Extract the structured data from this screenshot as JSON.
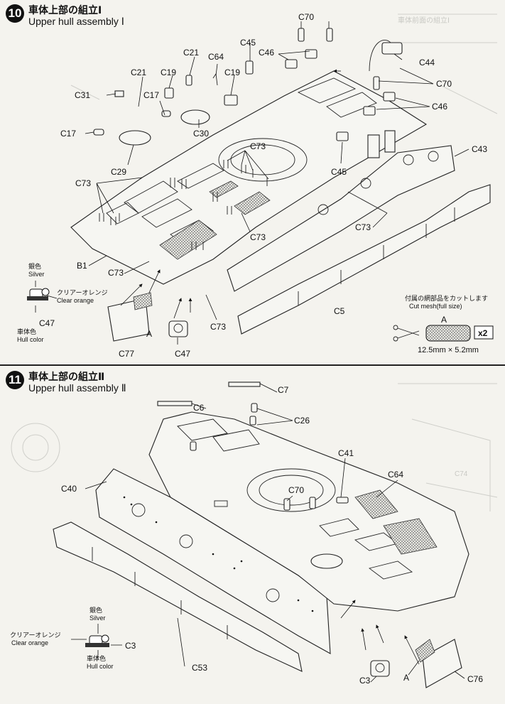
{
  "step10": {
    "number": "10",
    "title_jp": "車体上部の組立Ⅰ",
    "title_en": "Upper hull assembly Ⅰ",
    "labels": {
      "c70_top": "C70",
      "c45_top": "C45",
      "c46_top": "C46",
      "c44": "C44",
      "c21_a": "C21",
      "c64": "C64",
      "c19_a": "C19",
      "c21_b": "C21",
      "c19_b": "C19",
      "c70_right": "C70",
      "c31": "C31",
      "c17_a": "C17",
      "c46_right": "C46",
      "c30": "C30",
      "c17_b": "C17",
      "c29": "C29",
      "c73_top": "C73",
      "c43": "C43",
      "c73_left": "C73",
      "c45_mid": "C45",
      "c73_right": "C73",
      "c73_mid": "C73",
      "b1": "B1",
      "c73_bottom": "C73",
      "c5": "C5",
      "c73_low": "C73",
      "c47_a": "C47",
      "a_mark": "A",
      "c77": "C77",
      "c47_b": "C47"
    },
    "paint": {
      "silver_jp": "銀色",
      "silver_en": "Silver",
      "clear_orange_jp": "クリアーオレンジ",
      "clear_orange_en": "Clear orange",
      "hull_color_jp": "車体色",
      "hull_color_en": "Hull color"
    },
    "mesh_note": {
      "jp": "付属の網部品をカットします",
      "en": "Cut mesh(full size)",
      "mark": "A",
      "count": "x2",
      "size": "12.5mm × 5.2mm"
    }
  },
  "step11": {
    "number": "11",
    "title_jp": "車体上部の組立Ⅱ",
    "title_en": "Upper hull assembly Ⅱ",
    "labels": {
      "c7": "C7",
      "c6": "C6",
      "c26": "C26",
      "c41": "C41",
      "c64": "C64",
      "c40": "C40",
      "c70": "C70",
      "c3_a": "C3",
      "c53": "C53",
      "c3_b": "C3",
      "a_mark": "A",
      "c76": "C76"
    },
    "paint": {
      "silver_jp": "銀色",
      "silver_en": "Silver",
      "clear_orange_jp": "クリアーオレンジ",
      "clear_orange_en": "Clear orange",
      "hull_color_jp": "車体色",
      "hull_color_en": "Hull color"
    }
  }
}
